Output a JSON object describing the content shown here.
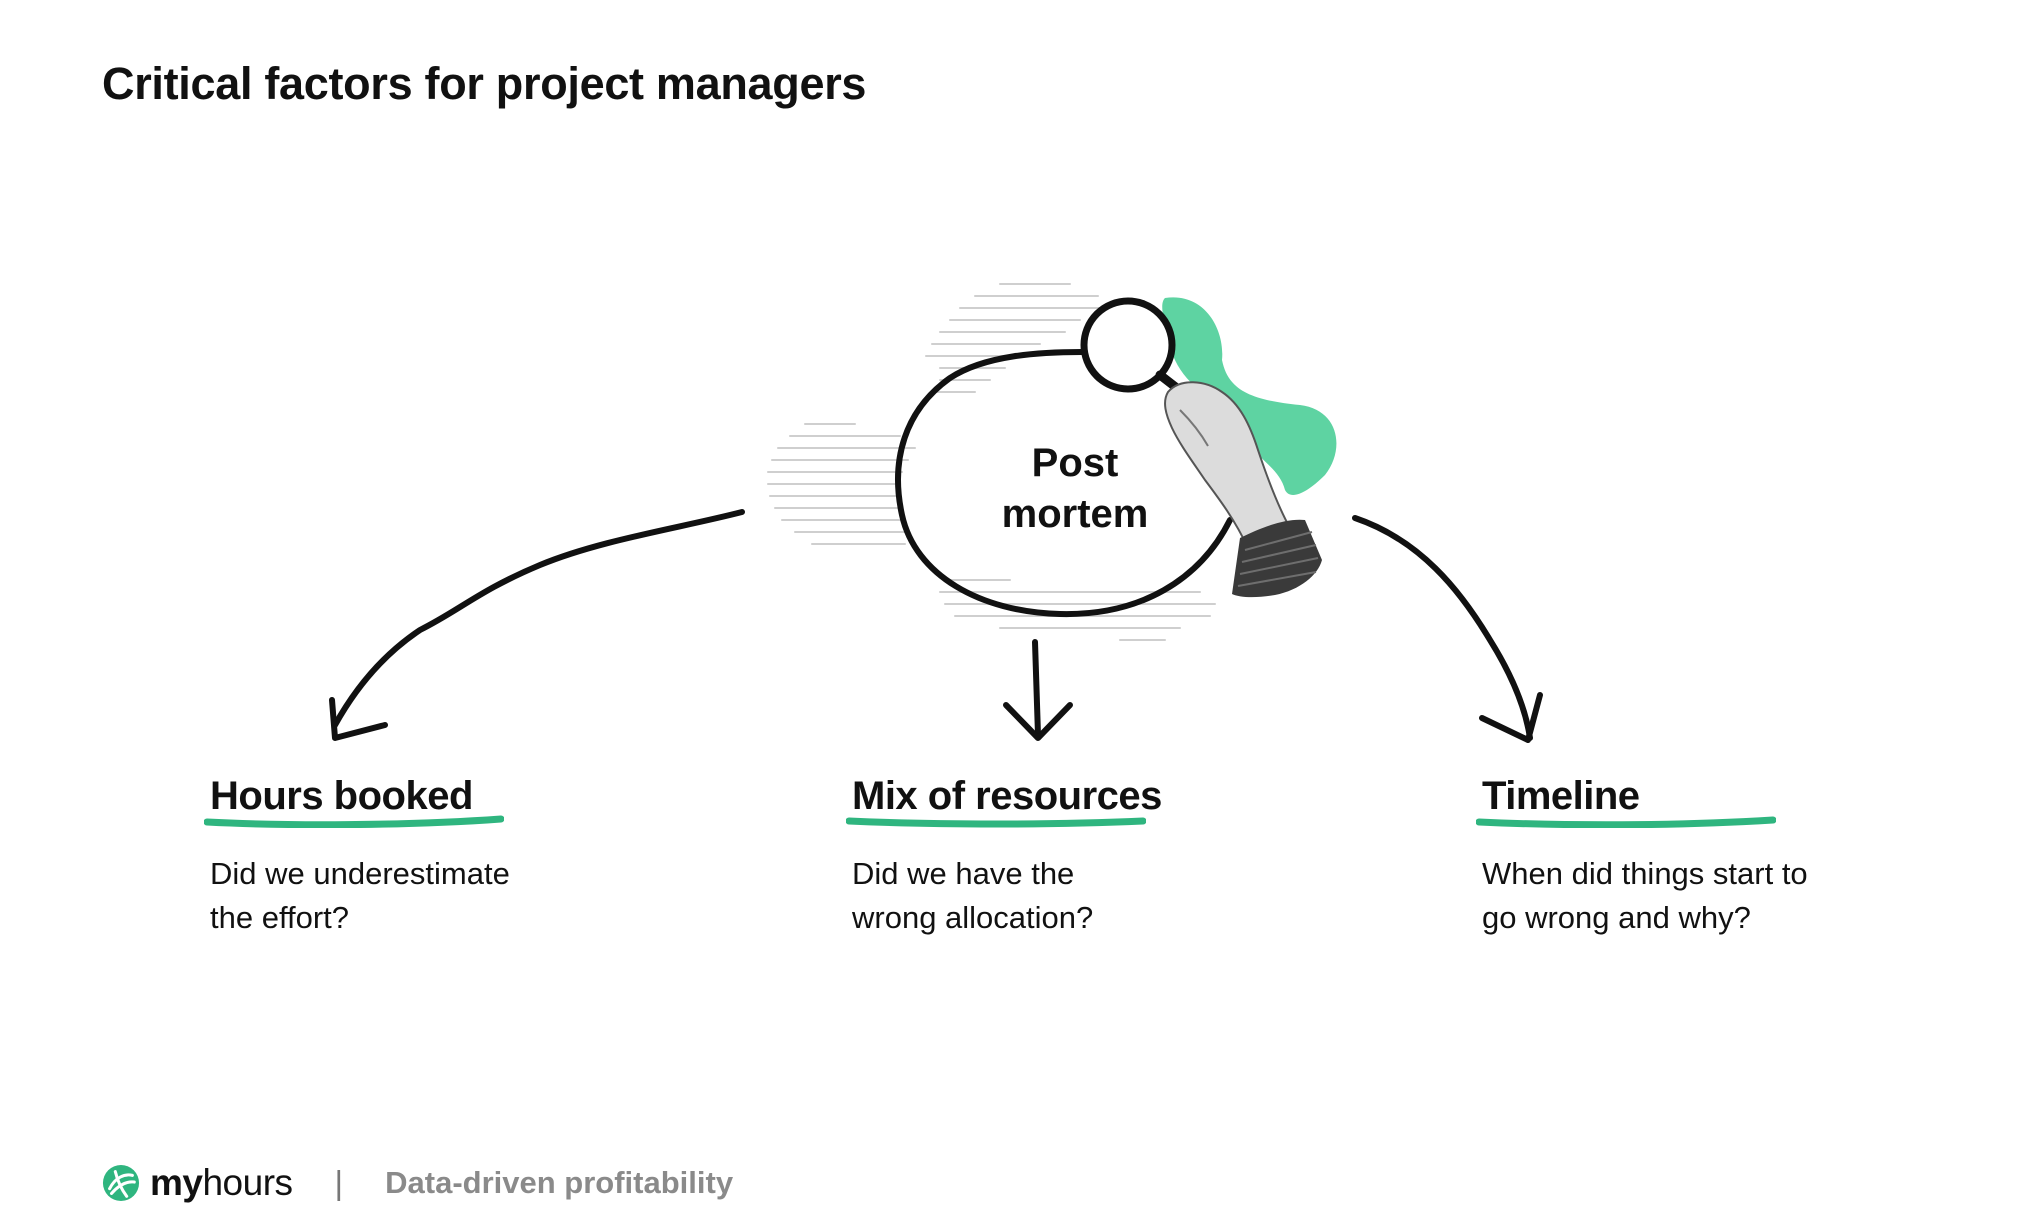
{
  "title": "Critical factors for project managers",
  "center": {
    "line1": "Post",
    "line2": "mortem"
  },
  "factors": [
    {
      "title": "Hours booked",
      "desc_line1": "Did we underestimate",
      "desc_line2": "the effort?"
    },
    {
      "title": "Mix of resources",
      "desc_line1": "Did we have the",
      "desc_line2": "wrong allocation?"
    },
    {
      "title": "Timeline",
      "desc_line1": "When did things start to",
      "desc_line2": "go wrong and why?"
    }
  ],
  "footer": {
    "brand_bold": "my",
    "brand_light": "hours",
    "separator": "|",
    "tagline": "Data-driven profitability"
  },
  "colors": {
    "accent": "#2fb57f",
    "accent_light": "#5ed3a2",
    "ink": "#111111",
    "muted": "#8a8a8a"
  },
  "icons": {
    "center": "magnifying-glass-hand-icon",
    "logo": "myhours-logo-icon"
  }
}
